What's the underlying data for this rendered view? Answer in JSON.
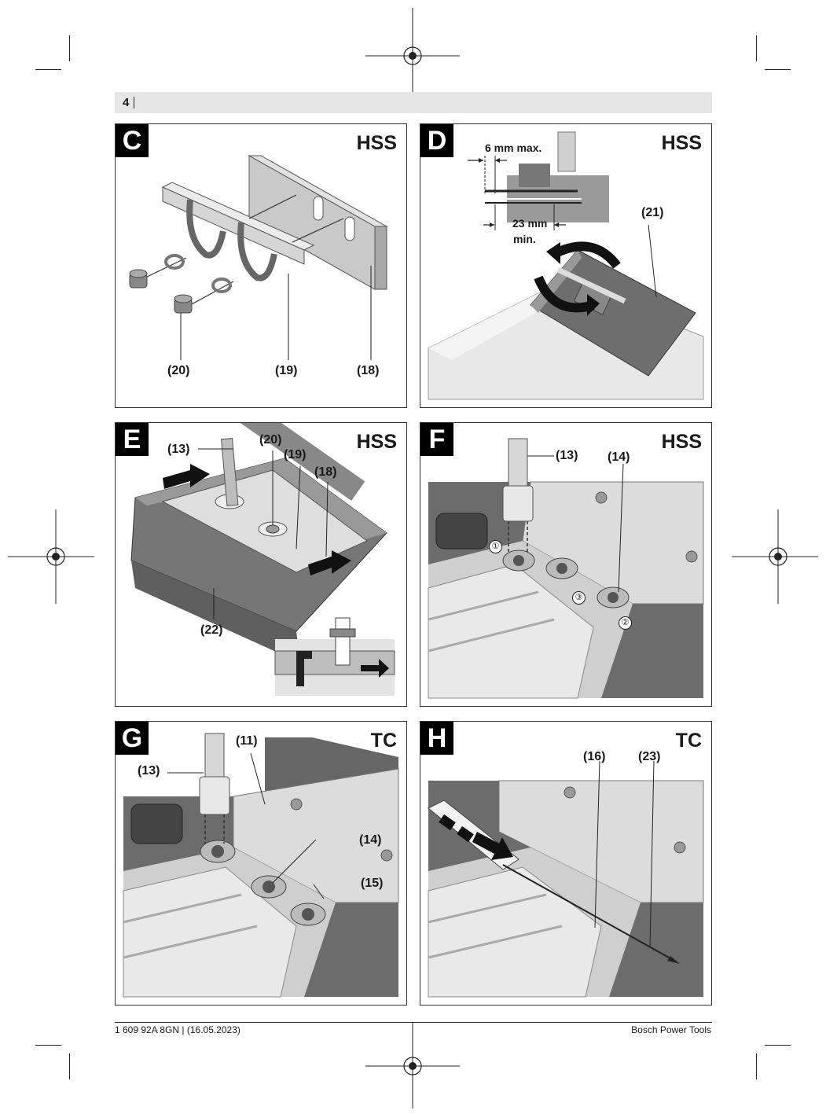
{
  "header": {
    "page_number": "4"
  },
  "panels": {
    "C": {
      "letter": "C",
      "material": "HSS",
      "labels": {
        "l20": "(20)",
        "l19": "(19)",
        "l18": "(18)"
      }
    },
    "D": {
      "letter": "D",
      "material": "HSS",
      "labels": {
        "max": "6 mm max.",
        "min_value": "23 mm",
        "min_word": "min.",
        "l21": "(21)"
      }
    },
    "E": {
      "letter": "E",
      "material": "HSS",
      "labels": {
        "l13": "(13)",
        "l20": "(20)",
        "l19": "(19)",
        "l18": "(18)",
        "l22": "(22)"
      }
    },
    "F": {
      "letter": "F",
      "material": "HSS",
      "labels": {
        "l13": "(13)",
        "l14": "(14)"
      },
      "steps": [
        "①",
        "②",
        "③"
      ]
    },
    "G": {
      "letter": "G",
      "material": "TC",
      "labels": {
        "l11": "(11)",
        "l13": "(13)",
        "l14": "(14)",
        "l15": "(15)"
      }
    },
    "H": {
      "letter": "H",
      "material": "TC",
      "labels": {
        "l16": "(16)",
        "l23": "(23)"
      }
    }
  },
  "footer": {
    "doc_id": "1 609 92A 8GN | (16.05.2023)",
    "brand": "Bosch Power Tools"
  }
}
